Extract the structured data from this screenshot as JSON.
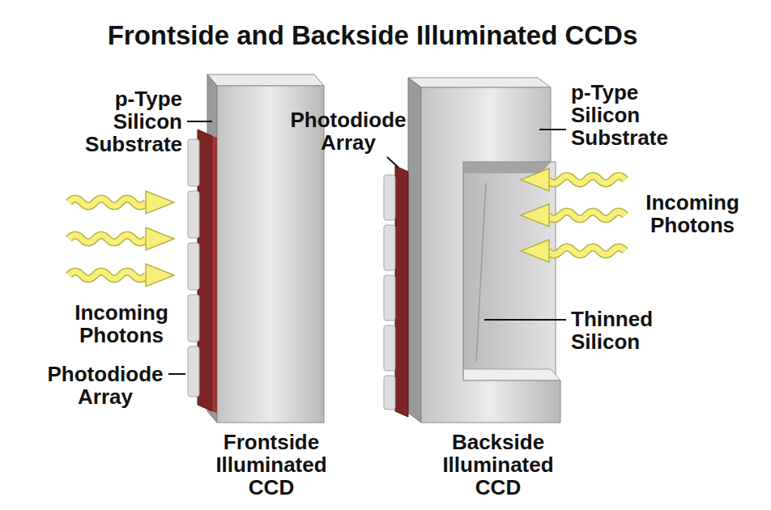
{
  "diagram": {
    "title": "Frontside and Backside Illuminated CCDs",
    "labels": [
      "p-Type Silicon Substrate",
      "Photodiode Array",
      "p-Type Silicon Substrate",
      "Incoming Photons",
      "Incoming Photons",
      "Thinned Silicon",
      "Photodiode Array",
      "Frontside Illuminated CCD",
      "Backside Illuminated CCD"
    ]
  }
}
